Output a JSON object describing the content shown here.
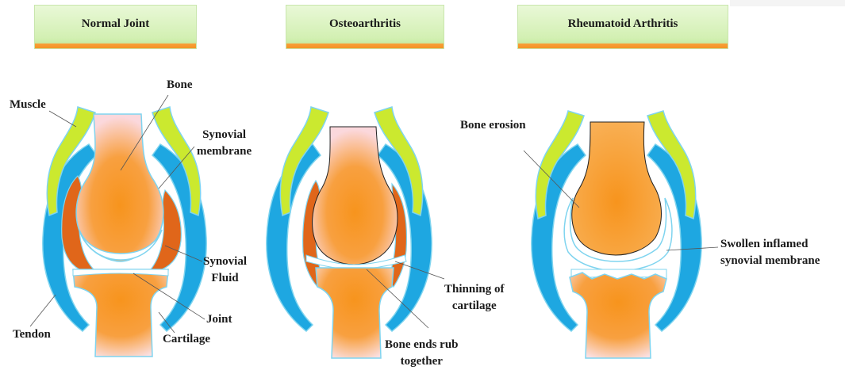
{
  "panels": [
    {
      "title": "Normal Joint"
    },
    {
      "title": "Osteoarthritis"
    },
    {
      "title": "Rheumatoid Arthritis"
    }
  ],
  "labels": {
    "bone": "Bone",
    "muscle": "Muscle",
    "synovial_membrane": [
      "Synovial",
      "membrane"
    ],
    "synovial_fluid": [
      "Synovial",
      "Fluid"
    ],
    "tendon": "Tendon",
    "joint": "Joint",
    "cartilage": "Cartilage",
    "thinning": [
      "Thinning of",
      "cartilage"
    ],
    "bone_ends": [
      "Bone ends rub",
      "together"
    ],
    "bone_erosion": "Bone erosion",
    "swollen": [
      "Swollen inflamed",
      "synovial membrane"
    ]
  },
  "colors": {
    "bone": "#f7941d",
    "bone_light": "#fbdbe0",
    "muscle": "#cbe92f",
    "tendon": "#1ea7e1",
    "synovium": "#e0661a",
    "outline": "#7fd4ef"
  }
}
